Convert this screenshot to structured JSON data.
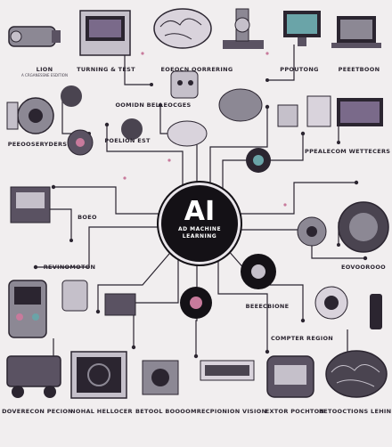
{
  "hub": {
    "title": "AI",
    "subtitle_1": "AD MACHINE",
    "subtitle_2": "LEARNING"
  },
  "labels": [
    {
      "id": "l1",
      "title": "LION",
      "sub": "A CRGANESSNE ESDITION"
    },
    {
      "id": "l2",
      "title": "TURNING & TEST",
      "sub": ""
    },
    {
      "id": "l3",
      "title": "EOEOCN OORRERING",
      "sub": ""
    },
    {
      "id": "l4",
      "title": "PPOUTONG",
      "sub": ""
    },
    {
      "id": "l5",
      "title": "PEEETBOON",
      "sub": ""
    },
    {
      "id": "l6",
      "title": "OOMIDN BELLEOCGES",
      "sub": ""
    },
    {
      "id": "l7",
      "title": "PEEOOSERYDERS",
      "sub": ""
    },
    {
      "id": "l8",
      "title": "POELION EST",
      "sub": ""
    },
    {
      "id": "l9",
      "title": "PPEALECOM WETTECERS",
      "sub": ""
    },
    {
      "id": "l10",
      "title": "BOEO",
      "sub": ""
    },
    {
      "id": "l11",
      "title": "REVINOMOTON",
      "sub": ""
    },
    {
      "id": "l12",
      "title": "EOVOOROOO",
      "sub": ""
    },
    {
      "id": "l13",
      "title": "BEEECBIONE",
      "sub": ""
    },
    {
      "id": "l14",
      "title": "COMPTER REGION",
      "sub": ""
    },
    {
      "id": "l15",
      "title": "DOVERECON PECION",
      "sub": ""
    },
    {
      "id": "l16",
      "title": "NOHAL HELLOCER",
      "sub": ""
    },
    {
      "id": "l17",
      "title": "BETOOL BOOOOM",
      "sub": ""
    },
    {
      "id": "l18",
      "title": "RECPIONION VISION",
      "sub": ""
    },
    {
      "id": "l19",
      "title": "EXTOR POCHTON",
      "sub": ""
    },
    {
      "id": "l20",
      "title": "BETOOCTIONS LEHIN",
      "sub": ""
    }
  ],
  "colors": {
    "background": "#f1eeef",
    "ink": "#2b2530",
    "accent_purple": "#7a6a8a",
    "accent_pink": "#c87a9c",
    "accent_teal": "#6aa4a8",
    "metal": "#8c8894"
  },
  "icons": [
    "engine-icon",
    "cabinet-icon",
    "brain-icon",
    "microscope-icon",
    "monitor-icon",
    "laptop-icon",
    "robot-arm-icon",
    "tree-icon",
    "gear-brain-icon",
    "lens-icon",
    "circuit-brain-icon",
    "gamepad-icon",
    "chip-icon",
    "server-icon",
    "screen-icon",
    "droid-icon"
  ]
}
